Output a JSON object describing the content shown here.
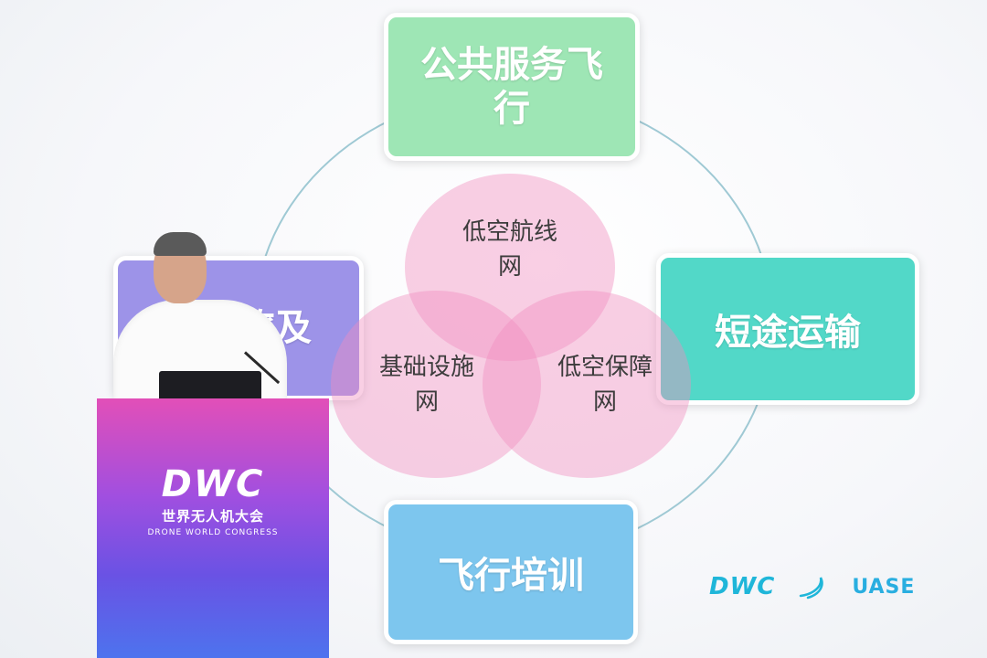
{
  "slide": {
    "top_box": "公共服务飞行",
    "left_box": "文旅及",
    "right_box": "短途运输",
    "bottom_box": "飞行培训",
    "circle_top": [
      "低空航线",
      "网"
    ],
    "circle_left": [
      "基础设施",
      "网"
    ],
    "circle_right": [
      "低空保障",
      "网"
    ],
    "logo_left": "DWC",
    "logo_right": "UASE"
  },
  "podium": {
    "logo": "DWC",
    "name_cn": "世界无人机大会",
    "name_en": "DRONE WORLD CONGRESS"
  },
  "colors": {
    "top_box": "#9ee6b5",
    "left_box": "#9d93e8",
    "right_box": "#52d8c8",
    "bottom_box": "#7dc6ee",
    "circles": "#f08cbe",
    "podium_top": "#e24fb8",
    "podium_bottom": "#4d73ee",
    "logo_blue": "#1fb6d9"
  }
}
